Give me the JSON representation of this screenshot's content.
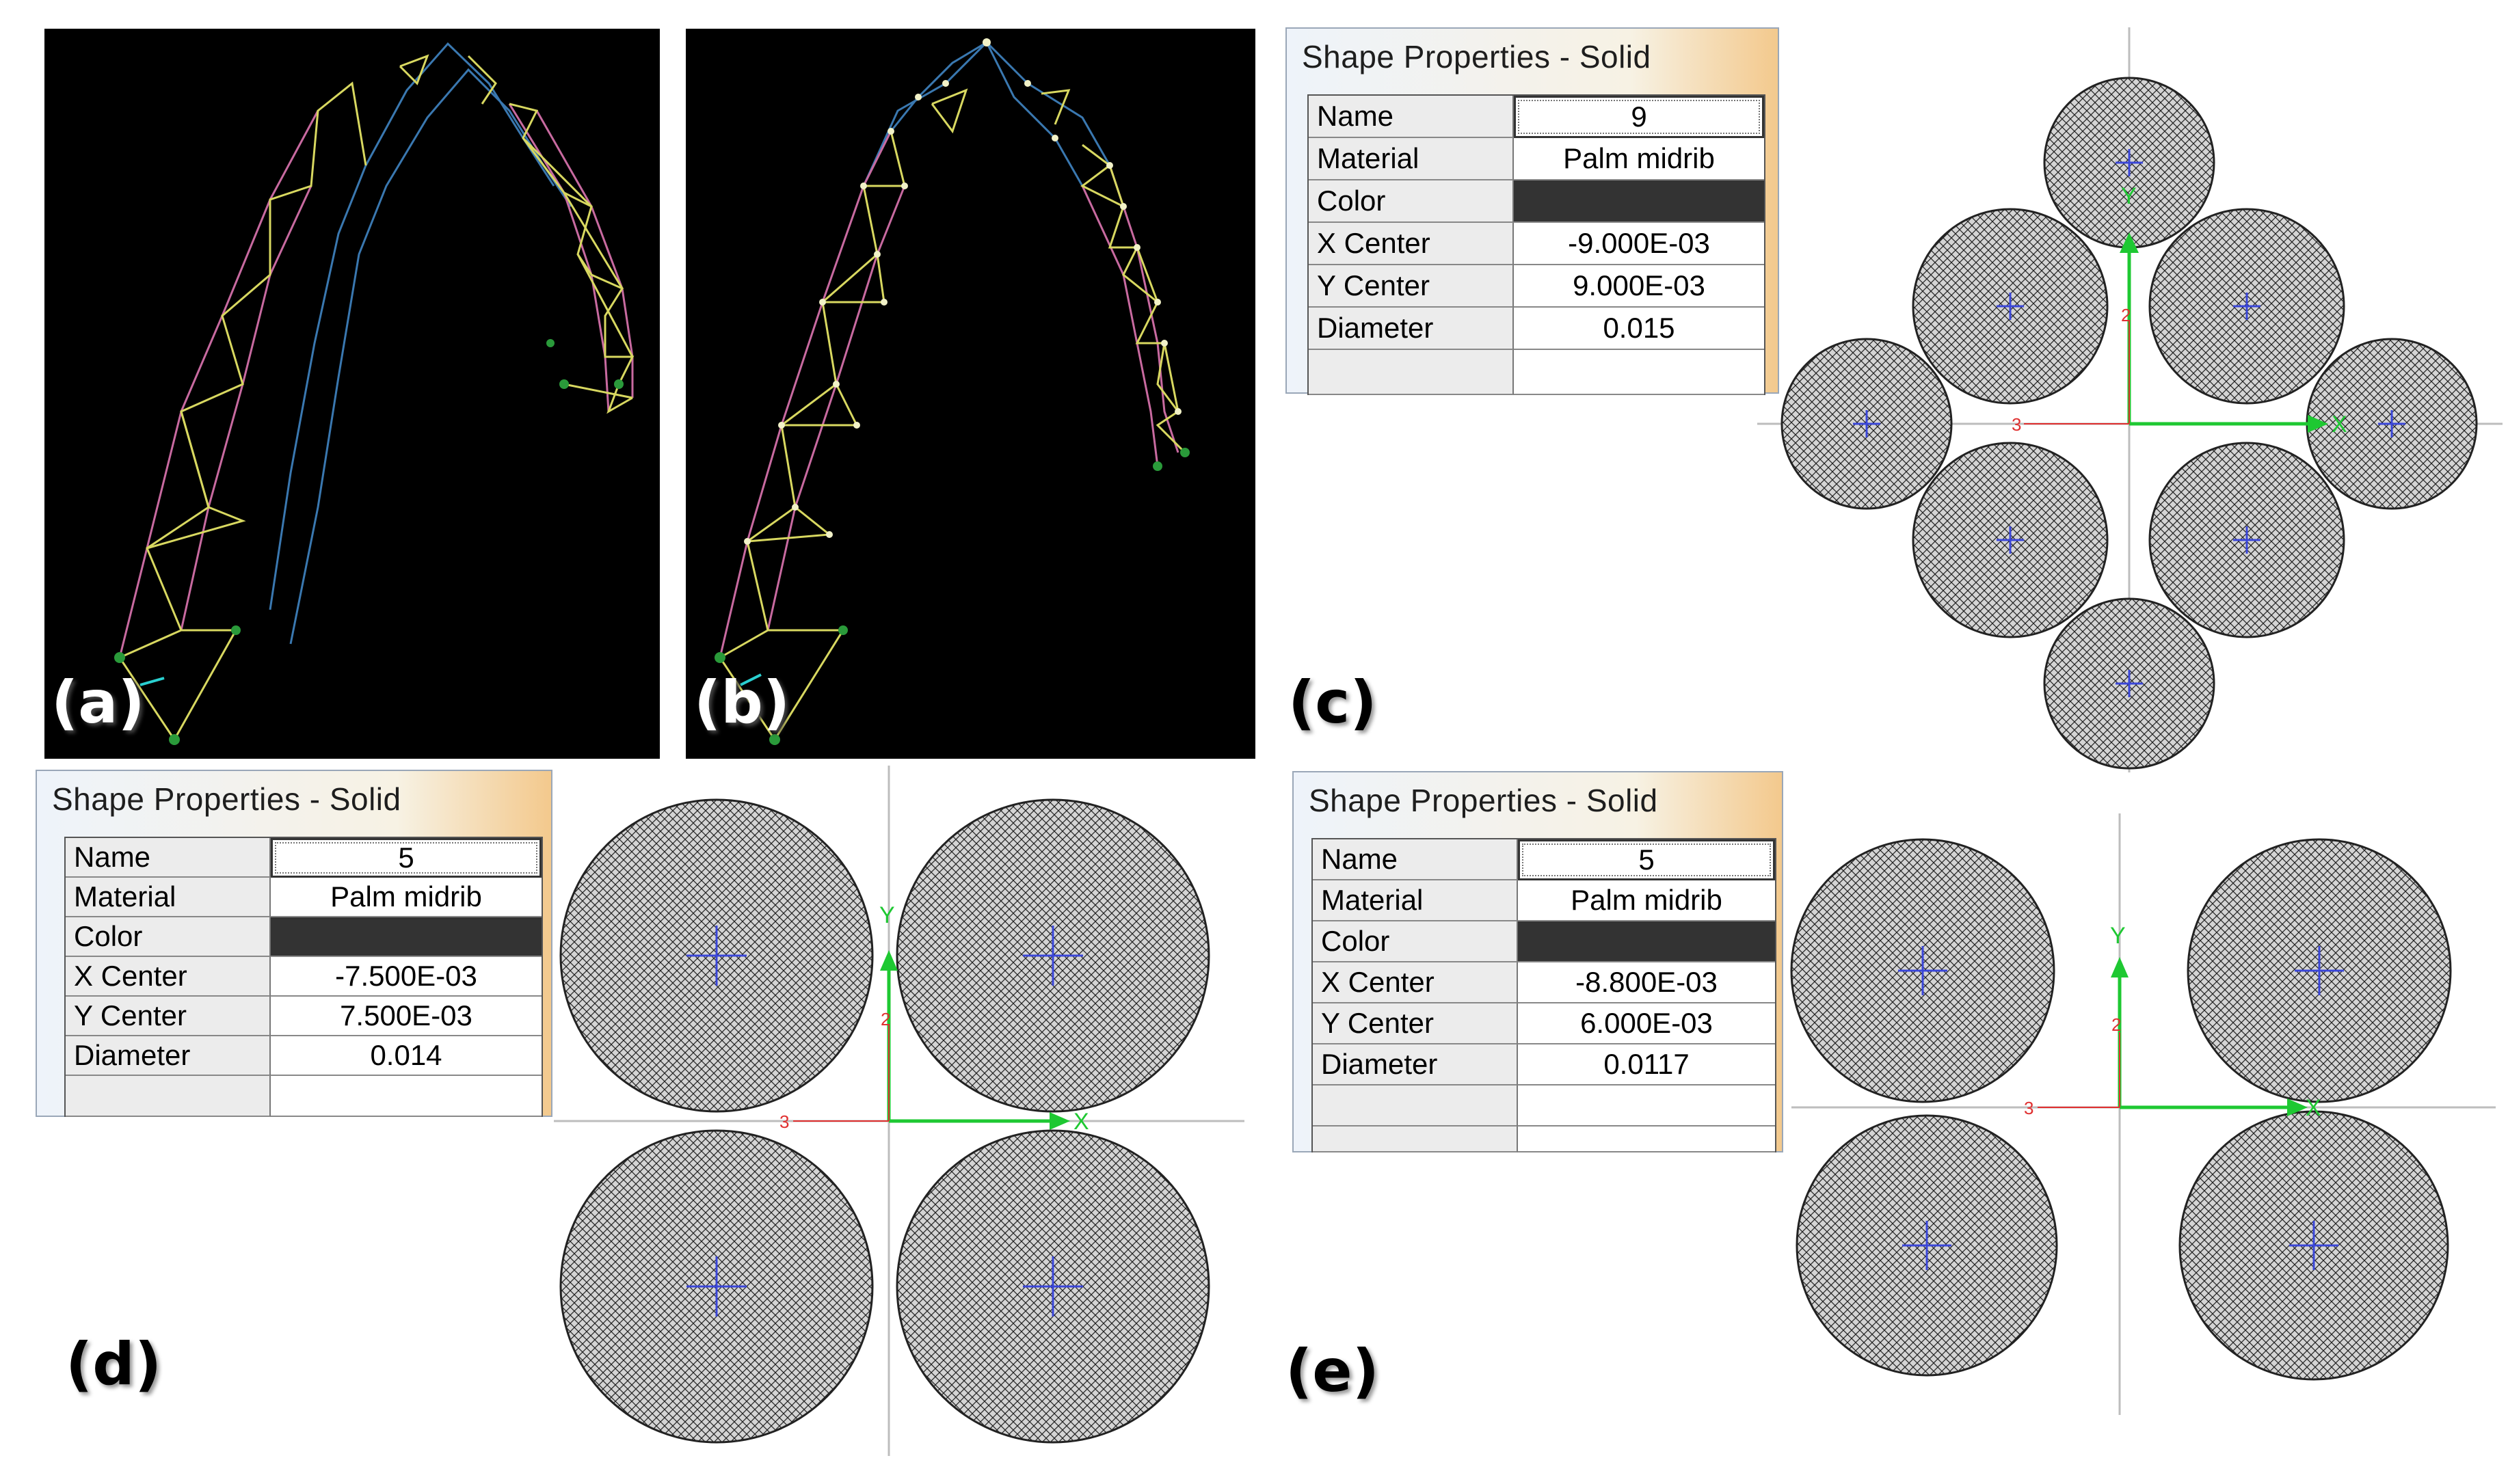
{
  "panels": {
    "a": {
      "label": "(a)"
    },
    "b": {
      "label": "(b)"
    },
    "c": {
      "label": "(c)",
      "dialog": {
        "title": "Shape Properties - Solid",
        "rows": [
          {
            "key": "Name",
            "value": "9"
          },
          {
            "key": "Material",
            "value": "Palm midrib"
          },
          {
            "key": "Color",
            "value": ""
          },
          {
            "key": "X Center",
            "value": "-9.000E-03"
          },
          {
            "key": "Y Center",
            "value": "9.000E-03"
          },
          {
            "key": "Diameter",
            "value": "0.015"
          },
          {
            "key": "",
            "value": ""
          }
        ]
      },
      "axes": {
        "x_label": "X",
        "y_label": "Y",
        "tick_3": "3",
        "tick_2": "2"
      }
    },
    "d": {
      "label": "(d)",
      "dialog": {
        "title": "Shape Properties - Solid",
        "rows": [
          {
            "key": "Name",
            "value": "5"
          },
          {
            "key": "Material",
            "value": "Palm midrib"
          },
          {
            "key": "Color",
            "value": ""
          },
          {
            "key": "X Center",
            "value": "-7.500E-03"
          },
          {
            "key": "Y Center",
            "value": "7.500E-03"
          },
          {
            "key": "Diameter",
            "value": "0.014"
          },
          {
            "key": "",
            "value": ""
          }
        ]
      },
      "axes": {
        "x_label": "X",
        "y_label": "Y",
        "tick_3": "3",
        "tick_2": "2"
      }
    },
    "e": {
      "label": "(e)",
      "dialog": {
        "title": "Shape Properties - Solid",
        "rows": [
          {
            "key": "Name",
            "value": "5"
          },
          {
            "key": "Material",
            "value": "Palm midrib"
          },
          {
            "key": "Color",
            "value": ""
          },
          {
            "key": "X Center",
            "value": "-8.800E-03"
          },
          {
            "key": "Y Center",
            "value": "6.000E-03"
          },
          {
            "key": "Diameter",
            "value": "0.0117"
          },
          {
            "key": "",
            "value": ""
          },
          {
            "key": "",
            "value": ""
          }
        ]
      },
      "axes": {
        "x_label": "X",
        "y_label": "Y",
        "tick_3": "3",
        "tick_2": "2"
      }
    }
  },
  "colors": {
    "background": "#000000",
    "chord_outer": "#c86aa0",
    "brace": "#d8d860",
    "top_chord": "#3a78b0",
    "support": "#2a9a3a",
    "node": "#f2f2c8",
    "circle_fill": "#d4d4d4",
    "cross_blue": "#3a46d8",
    "axis_green": "#1ec832",
    "axis_red": "#e03030",
    "swatch": "#333333"
  }
}
